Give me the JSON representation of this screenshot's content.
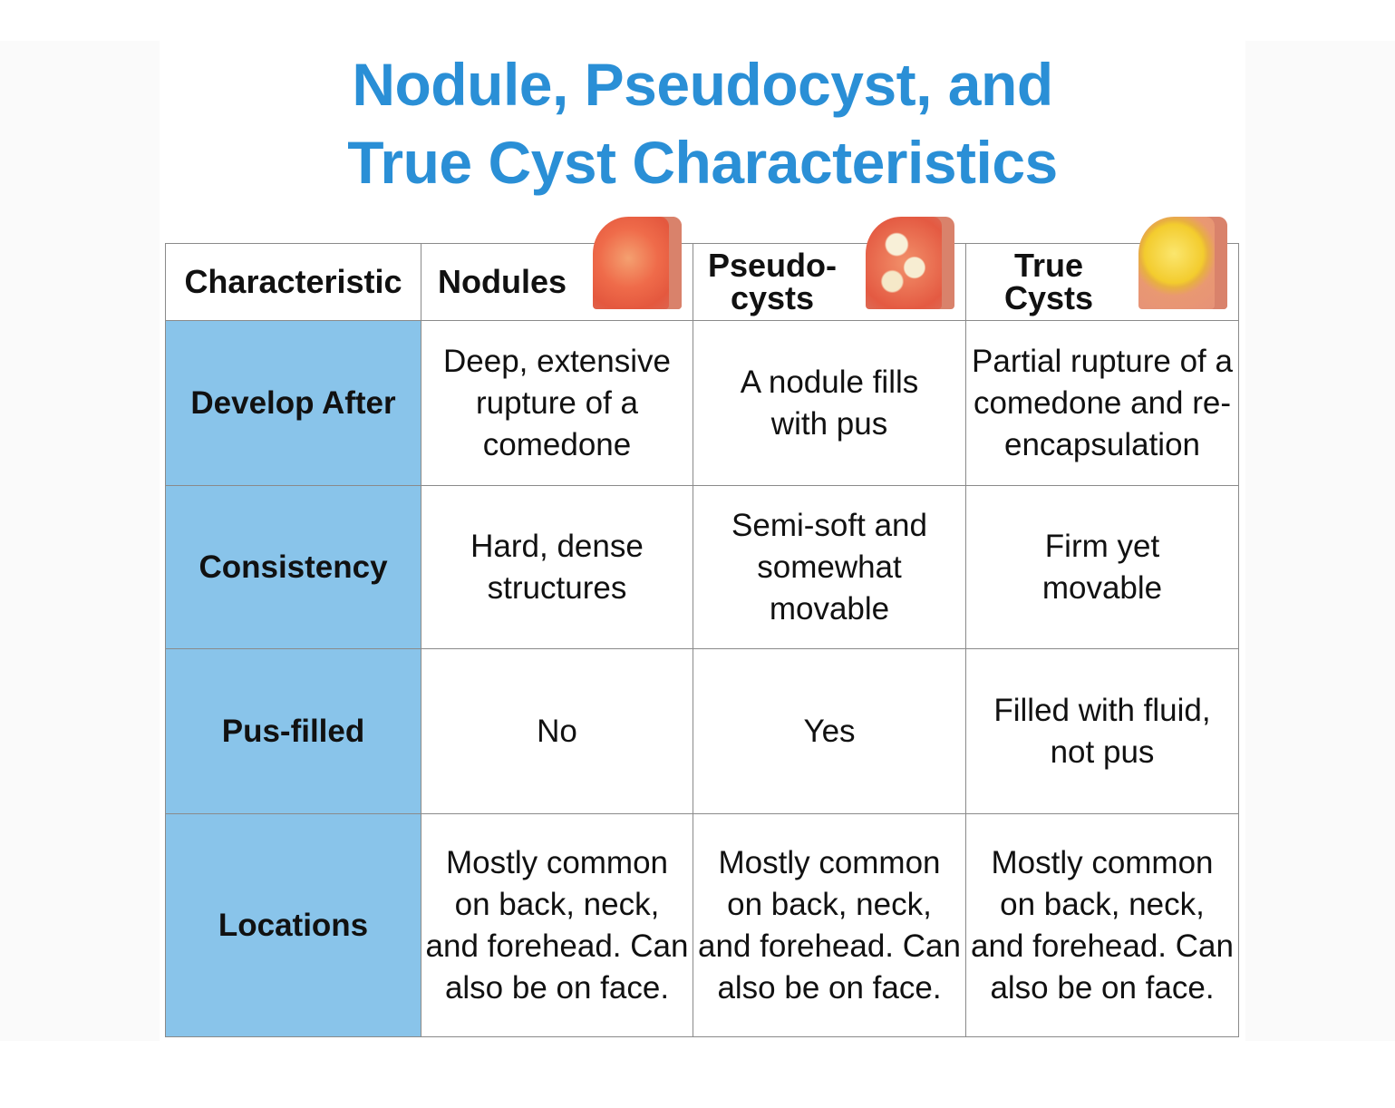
{
  "title": {
    "line1": "Nodule, Pseudocyst, and",
    "line2": "True Cyst Characteristics"
  },
  "table": {
    "headers": [
      "Characteristic",
      "Nodules",
      "Pseudo-\ncysts",
      "True\nCysts"
    ],
    "header_images": [
      "nodule-illustration",
      "pseudocyst-illustration",
      "true-cyst-illustration"
    ],
    "rows": [
      {
        "label": "Develop After",
        "cells": [
          "Deep, extensive rupture of a comedone",
          "A nodule fills with pus",
          "Partial rupture of a comedone and re-encapsulation"
        ]
      },
      {
        "label": "Consistency",
        "cells": [
          "Hard, dense structures",
          "Semi-soft and somewhat movable",
          "Firm yet movable"
        ]
      },
      {
        "label": "Pus-filled",
        "cells": [
          "No",
          "Yes",
          "Filled with fluid, not pus"
        ]
      },
      {
        "label": "Locations",
        "cells": [
          "Mostly common on back, neck, and forehead. Can also be on face.",
          "Mostly common on back, neck, and forehead. Can also be on face.",
          "Mostly common on back, neck, and forehead. Can also be on face."
        ]
      }
    ]
  },
  "colors": {
    "title": "#2a8fd6",
    "row_header_bg": "#89c4ea"
  }
}
